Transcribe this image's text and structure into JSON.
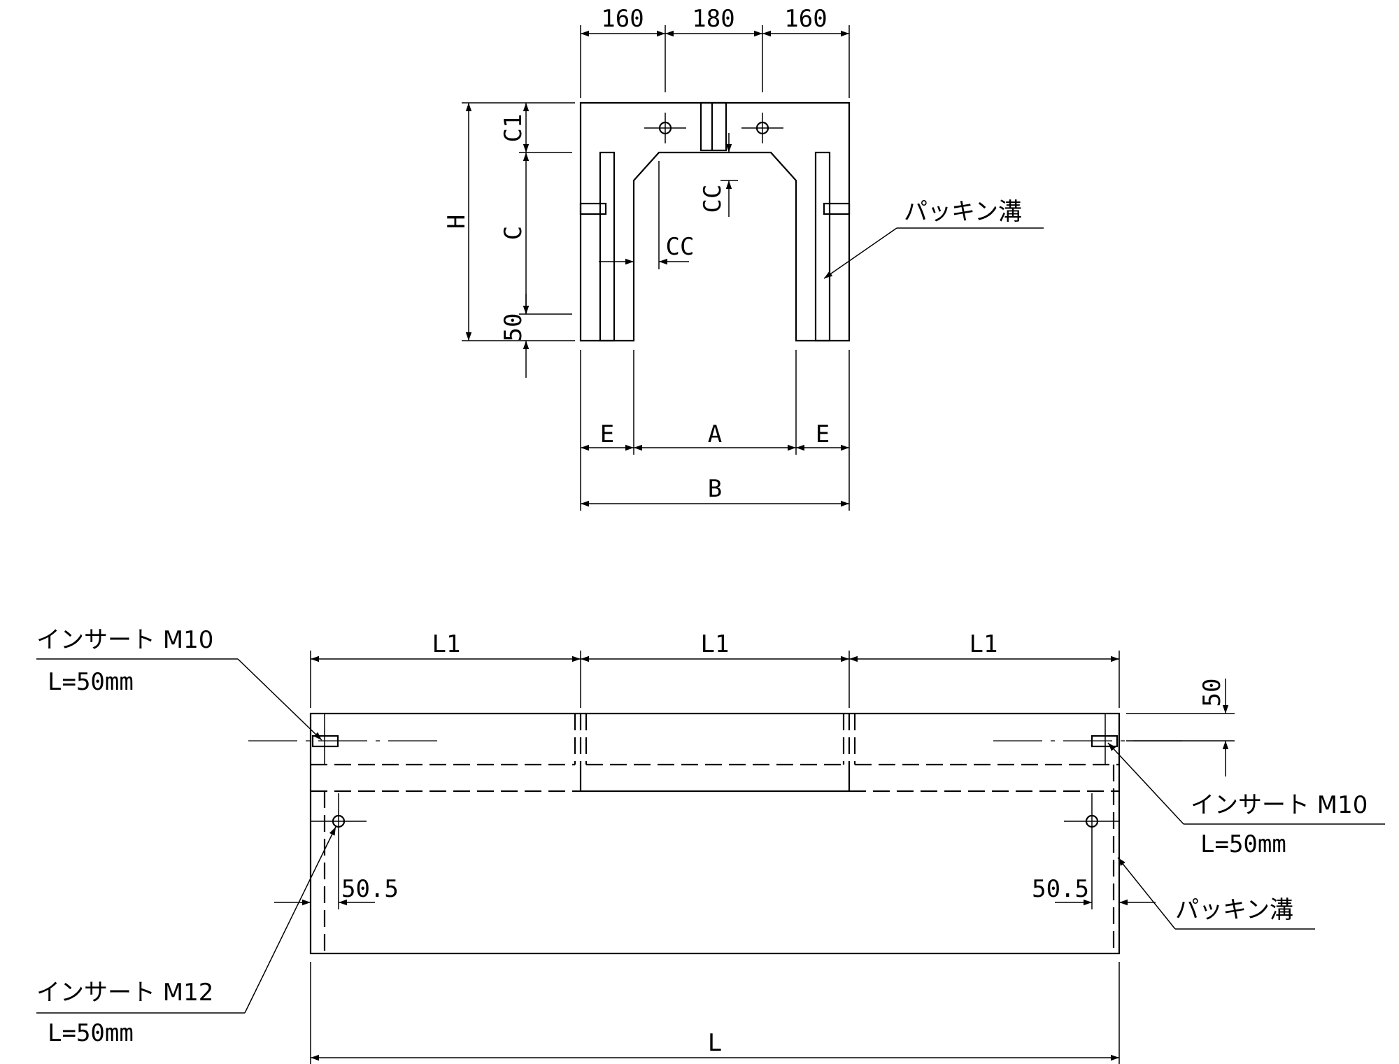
{
  "front_view": {
    "dim_top_left": "160",
    "dim_top_mid": "180",
    "dim_top_right": "160",
    "dim_h": "H",
    "dim_c1": "C1",
    "dim_c": "C",
    "dim_50": "50",
    "dim_cc_top": "CC",
    "dim_cc_side": "CC",
    "dim_e_left": "E",
    "dim_a": "A",
    "dim_e_right": "E",
    "dim_b": "B",
    "packing_label": "パッキン溝"
  },
  "plan_view": {
    "dim_l1_left": "L1",
    "dim_l1_mid": "L1",
    "dim_l1_right": "L1",
    "dim_l": "L",
    "dim_50": "50",
    "dim_50_5_left": "50.5",
    "dim_50_5_right": "50.5",
    "insert_m10_left": "インサート M10",
    "insert_m10_left_len": "L=50mm",
    "insert_m10_right": "インサート M10",
    "insert_m10_right_len": "L=50mm",
    "insert_m12": "インサート M12",
    "insert_m12_len": "L=50mm",
    "packing_label": "パッキン溝"
  }
}
